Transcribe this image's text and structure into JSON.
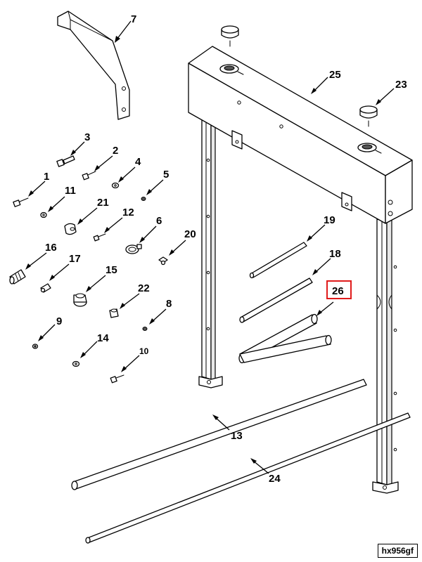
{
  "labels": {
    "p1": "1",
    "p2": "2",
    "p3": "3",
    "p4": "4",
    "p5": "5",
    "p6": "6",
    "p7": "7",
    "p8": "8",
    "p9": "9",
    "p10": "10",
    "p11": "11",
    "p12": "12",
    "p13": "13",
    "p14": "14",
    "p15": "15",
    "p16": "16",
    "p17": "17",
    "p18": "18",
    "p19": "19",
    "p20": "20",
    "p21": "21",
    "p22": "22",
    "p23": "23",
    "p24": "24",
    "p25": "25",
    "p26": "26"
  },
  "highlighted_callout": "26",
  "highlight_color": "#e01b1b",
  "drawing_code": "hx956gf"
}
